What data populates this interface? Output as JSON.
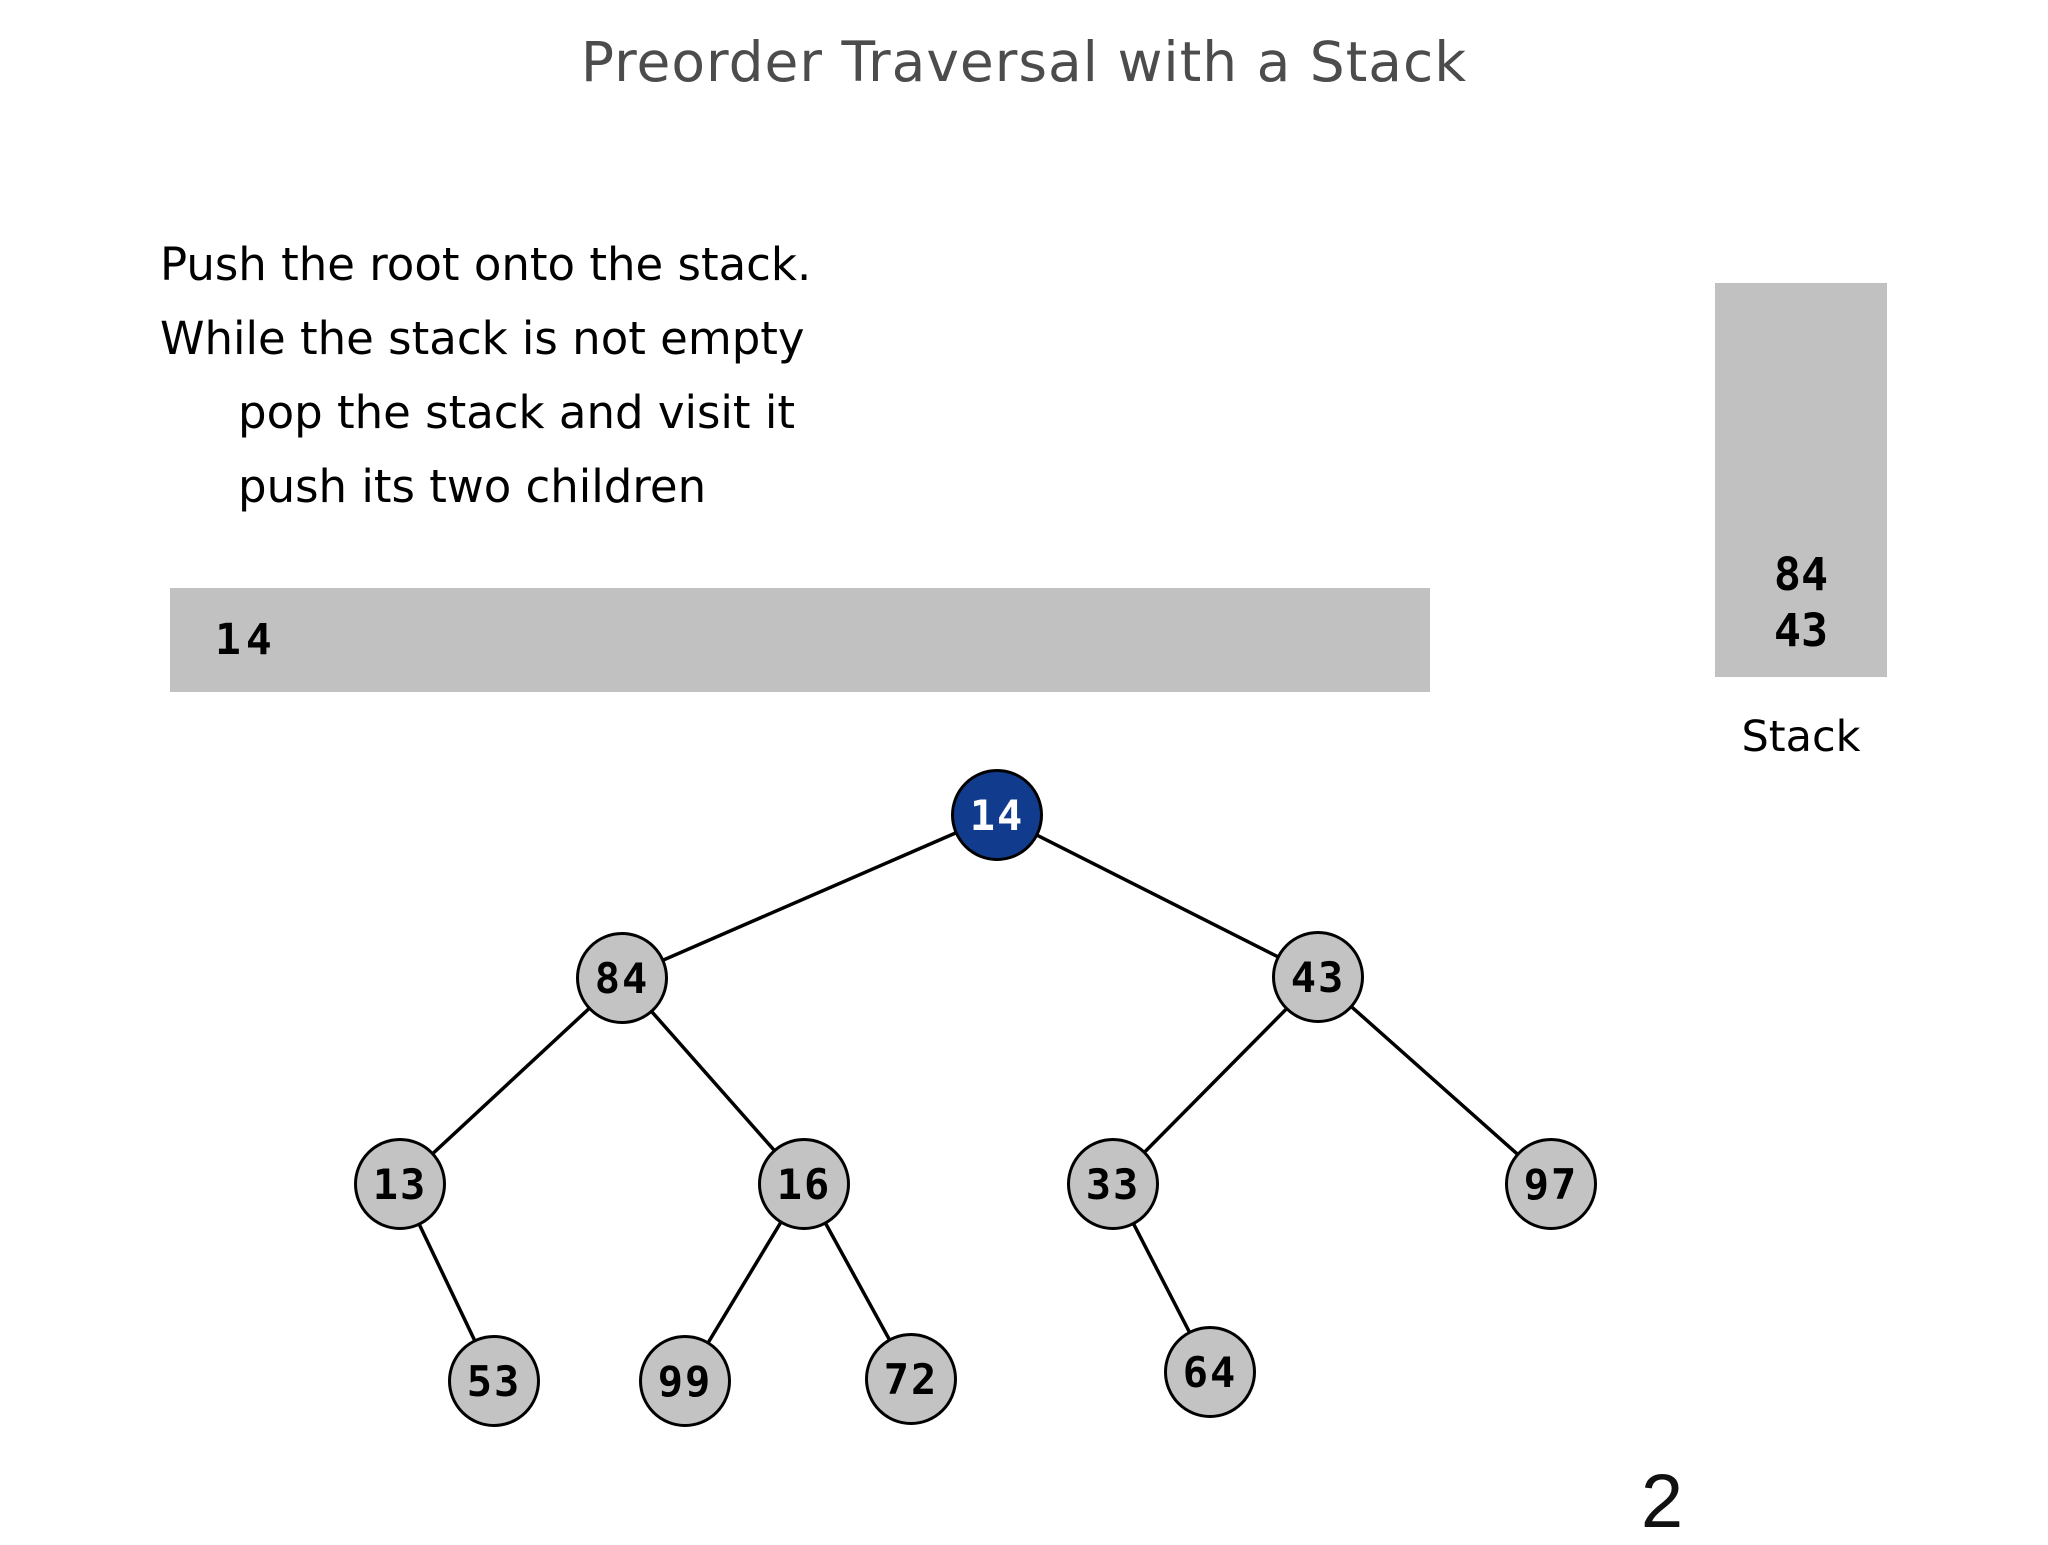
{
  "slide": {
    "title": "Preorder Traversal with a Stack",
    "page_number": "2"
  },
  "algorithm": {
    "line1": "Push the root onto the stack.",
    "line2": "While the stack is not empty",
    "line3": "pop the stack and visit it",
    "line4": "push its two children"
  },
  "visited_list": {
    "items": [
      "14"
    ]
  },
  "stack": {
    "label": "Stack",
    "items": [
      "84",
      "43"
    ]
  },
  "tree": {
    "current_node_color": "#113c8d",
    "node_fill_color": "#c3c3c3",
    "nodes": {
      "n14": {
        "value": "14",
        "state": "current"
      },
      "n84": {
        "value": "84",
        "state": "default"
      },
      "n43": {
        "value": "43",
        "state": "default"
      },
      "n13": {
        "value": "13",
        "state": "default"
      },
      "n16": {
        "value": "16",
        "state": "default"
      },
      "n33": {
        "value": "33",
        "state": "default"
      },
      "n97": {
        "value": "97",
        "state": "default"
      },
      "n53": {
        "value": "53",
        "state": "default"
      },
      "n99": {
        "value": "99",
        "state": "default"
      },
      "n72": {
        "value": "72",
        "state": "default"
      },
      "n64": {
        "value": "64",
        "state": "default"
      }
    },
    "edges": [
      [
        "14",
        "84"
      ],
      [
        "14",
        "43"
      ],
      [
        "84",
        "13"
      ],
      [
        "84",
        "16"
      ],
      [
        "43",
        "33"
      ],
      [
        "43",
        "97"
      ],
      [
        "13",
        "53"
      ],
      [
        "16",
        "99"
      ],
      [
        "16",
        "72"
      ],
      [
        "33",
        "64"
      ]
    ]
  }
}
